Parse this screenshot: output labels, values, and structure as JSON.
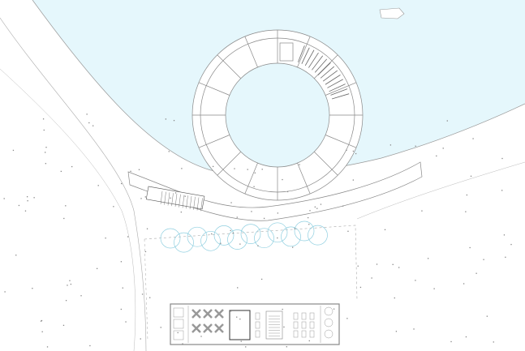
{
  "drawing": {
    "type": "site-plan",
    "colors": {
      "water": "#e5f7fc",
      "line": "#8a8a8a",
      "tree": "#8fcfe0",
      "ground": "#ffffff"
    },
    "ring_sectors": 16,
    "tree_count": 12,
    "building_columns": [
      "toilets",
      "tables",
      "stair-core",
      "seating",
      "kitchen",
      "seating",
      "tanks"
    ]
  }
}
